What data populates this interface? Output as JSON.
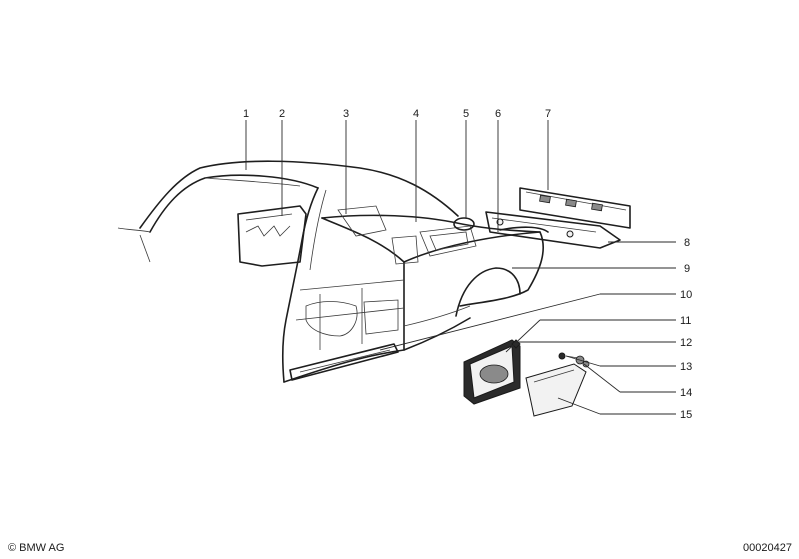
{
  "callouts": [
    "1",
    "2",
    "3",
    "4",
    "5",
    "6",
    "7",
    "8",
    "9",
    "10",
    "11",
    "12",
    "13",
    "14",
    "15"
  ],
  "footer": {
    "copyright": "© BMW AG",
    "code": "00020427"
  }
}
